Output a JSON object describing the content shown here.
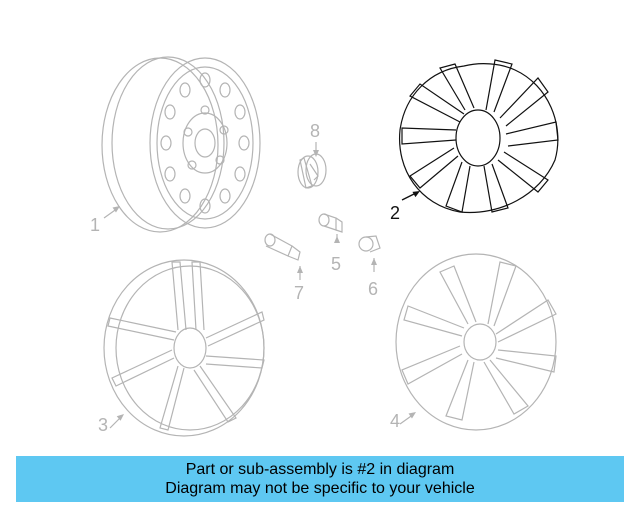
{
  "callouts": {
    "c1": "1",
    "c2": "2",
    "c3": "3",
    "c4": "4",
    "c5": "5",
    "c6": "6",
    "c7": "7",
    "c8": "8"
  },
  "banner": {
    "line1": "Part or sub-assembly is #2 in diagram",
    "line2": "Diagram may not be specific to your vehicle"
  },
  "colors": {
    "banner_bg": "#5ec8f2",
    "inactive_part": "#b4b4b4",
    "active_part": "#111111"
  }
}
